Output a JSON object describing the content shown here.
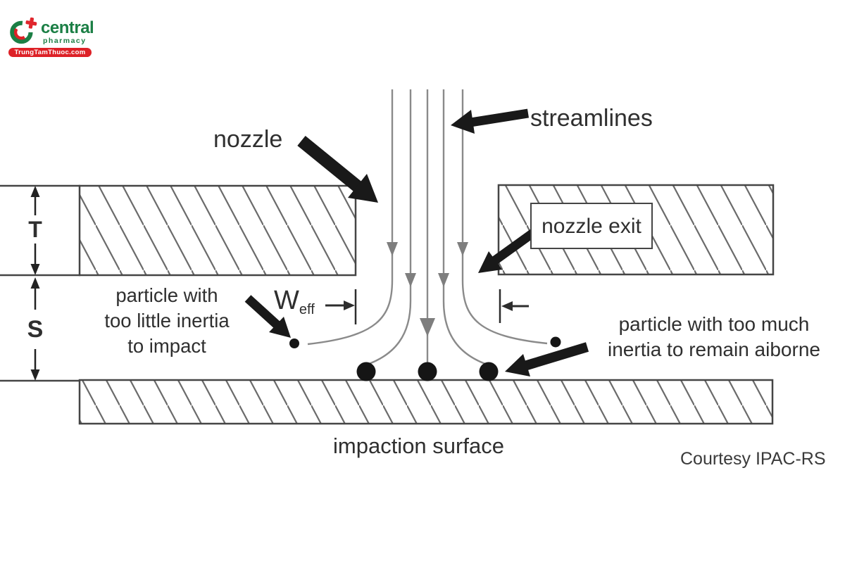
{
  "logo": {
    "brand": "central",
    "sub": "pharmacy",
    "tagline": "TrungTamThuoc.com",
    "green": "#1b7f45",
    "red": "#dd2127"
  },
  "diagram": {
    "nozzle_label": "nozzle",
    "streamlines_label": "streamlines",
    "nozzle_exit_label": "nozzle exit",
    "particle_low_label": "particle with\ntoo little inertia\nto impact",
    "w_symbol": "W",
    "w_subscript": "eff",
    "particle_high_label": "particle with too much\ninertia to remain aiborne",
    "impaction_label": "impaction surface",
    "courtesy_label": "Courtesy IPAC-RS",
    "thickness_label": "T",
    "spacing_label": "S",
    "colors": {
      "ink": "#2f2f2f",
      "streamline_gray": "#8a8a8a",
      "arrow_black": "#191919",
      "hatch_gray": "#6b6b6b",
      "block_border": "#454545"
    }
  }
}
